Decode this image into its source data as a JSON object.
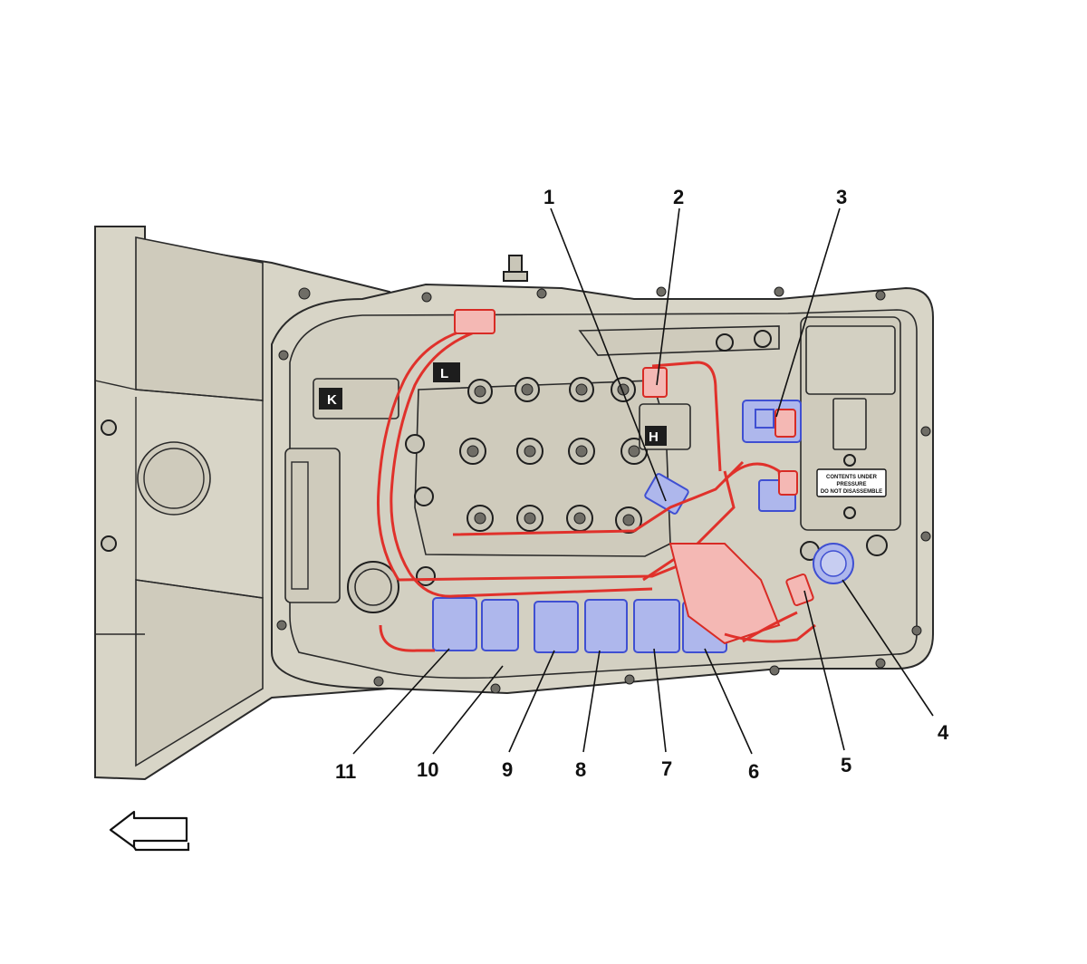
{
  "diagram": {
    "component_labels": [
      "K",
      "L",
      "H"
    ],
    "warning_label": {
      "line1": "CONTENTS UNDER",
      "line2": "PRESSURE",
      "line3": "DO NOT DISASSEMBLE"
    },
    "callouts": [
      "1",
      "2",
      "3",
      "4",
      "5",
      "6",
      "7",
      "8",
      "9",
      "10",
      "11"
    ],
    "colors": {
      "housing": "#d8d5c7",
      "harness": "#e0312b",
      "connectors": "#3f4fd2"
    },
    "direction_arrow": "left-arrow"
  }
}
